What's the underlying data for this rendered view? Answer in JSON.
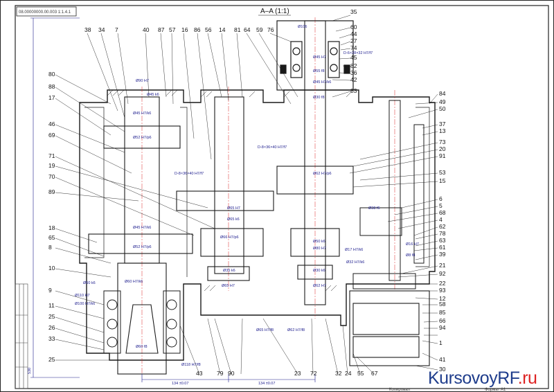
{
  "drawing": {
    "section_title": "A–A (1:1)",
    "doc_code": "08.00000000.00.003 1:1.4.1",
    "left_dim": "530",
    "bottom_dims": [
      "134 ±0.07",
      "134 ±0.07"
    ],
    "stamp_left": "Копировал",
    "stamp_right": "Формат А1"
  },
  "labels_top": [
    "38",
    "34",
    "7",
    "40",
    "87",
    "57",
    "16",
    "86",
    "56",
    "14",
    "81",
    "64",
    "59",
    "76",
    "35",
    "60",
    "44",
    "27",
    "74",
    "45",
    "82",
    "36",
    "42",
    "83"
  ],
  "labels_left": [
    "80",
    "88",
    "17",
    "46",
    "69",
    "71",
    "19",
    "70",
    "89",
    "18",
    "65",
    "8",
    "10",
    "9",
    "11",
    "25",
    "26",
    "33",
    "25"
  ],
  "labels_right": [
    "84",
    "49",
    "50",
    "37",
    "13",
    "73",
    "20",
    "91",
    "53",
    "15",
    "6",
    "5",
    "68",
    "4",
    "62",
    "78",
    "63",
    "61",
    "39",
    "21",
    "92",
    "22",
    "93",
    "12",
    "58",
    "85",
    "66",
    "94",
    "1",
    "41",
    "30"
  ],
  "labels_bottom": [
    "43",
    "79",
    "90",
    "23",
    "72",
    "32",
    "24",
    "55",
    "67"
  ],
  "dims": [
    "Ø90 H7",
    "Ø45 k6",
    "Ø45 H7/k6",
    "Ø52 H7/p6",
    "Ø45 H7/k6",
    "Ø52 H7/p6",
    "Ø106",
    "Ø45 H7",
    "Ø55 f8",
    "Ø45 H7/k6",
    "Ø30 f8",
    "D-6×28×32 H7/f7",
    "D-8×36×40 H7/f7",
    "D-8×36×40 H7/f7",
    "Ø62 H7/p6",
    "Ø65 H7",
    "Ø65 k6",
    "Ø66 H7/p6",
    "Ø35 k6",
    "Ø65 H7",
    "Ø50 k6",
    "Ø80 H7",
    "Ø30 k6",
    "Ø62 H7",
    "Ø38 f6",
    "Ø16 H7",
    "Ø8 f8",
    "Ø60 k6",
    "Ø110 H7",
    "Ø100 H7/k6",
    "Ø60 H7/k6",
    "Ø60 f8",
    "Ø118 H7/f8",
    "Ø65 H7/f8",
    "Ø62 H7/f8",
    "Ø17 H7/k6",
    "Ø32 H7/k6"
  ],
  "watermark": {
    "name": "KursovoyRF",
    "domain": ".ru"
  }
}
